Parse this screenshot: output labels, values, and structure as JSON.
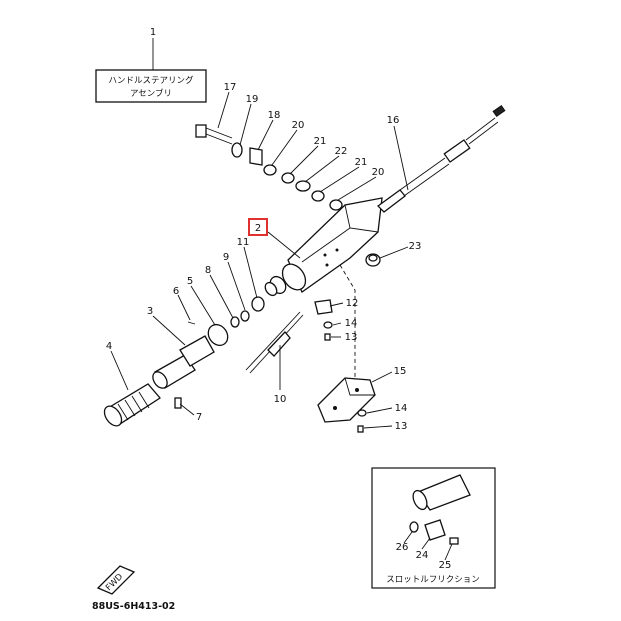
{
  "title_box": {
    "line1": "ハンドルステアリング",
    "line2": "アセンブリ"
  },
  "inset_caption": "スロットルフリクション",
  "drawing_code": "88US-6H413-02",
  "fwd_label": "FWD",
  "highlight": {
    "label": "2",
    "color": "#e03030"
  },
  "labels": {
    "p1": "1",
    "p2": "2",
    "p3": "3",
    "p4": "4",
    "p5": "5",
    "p6": "6",
    "p7": "7",
    "p8": "8",
    "p9": "9",
    "p10": "10",
    "p11": "11",
    "p12": "12",
    "p13a": "13",
    "p13b": "13",
    "p14a": "14",
    "p14b": "14",
    "p15": "15",
    "p16": "16",
    "p17": "17",
    "p18": "18",
    "p19": "19",
    "p20a": "20",
    "p20b": "20",
    "p21a": "21",
    "p21b": "21",
    "p22": "22",
    "p23": "23",
    "p24": "24",
    "p25": "25",
    "p26": "26"
  }
}
